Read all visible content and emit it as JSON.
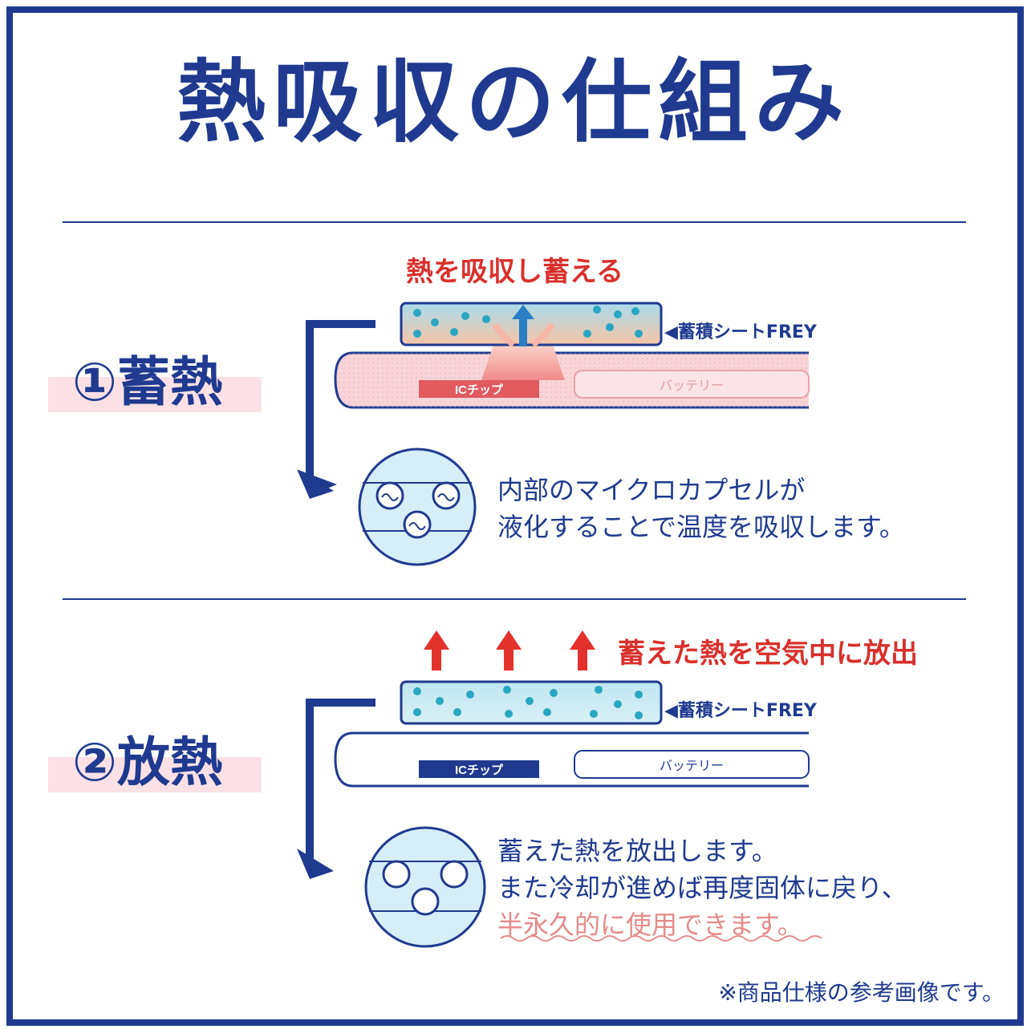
{
  "title": "熱吸収の仕組み",
  "colors": {
    "navy": "#1f3a8f",
    "red": "#d9302b",
    "pink": "#fbe1e6",
    "capsule": "#2aa6c2"
  },
  "section1": {
    "label": "①蓄熱",
    "heading": "熱を吸収し蓄える",
    "sheet_label": "◀蓄積シートFREY",
    "ic_chip": "ICチップ",
    "battery": "バッテリー",
    "desc_line1": "内部のマイクロカプセルが",
    "desc_line2": "液化することで温度を吸収します。"
  },
  "section2": {
    "label": "②放熱",
    "heading": "蓄えた熱を空気中に放出",
    "sheet_label": "◀蓄積シートFREY",
    "ic_chip": "ICチップ",
    "battery": "バッテリー",
    "desc_line1": "蓄えた熱を放出します。",
    "desc_line2": "また冷却が進めば再度固体に戻り、",
    "desc_line3": "半永久的に使用できます。"
  },
  "footnote": "※商品仕様の参考画像です。"
}
